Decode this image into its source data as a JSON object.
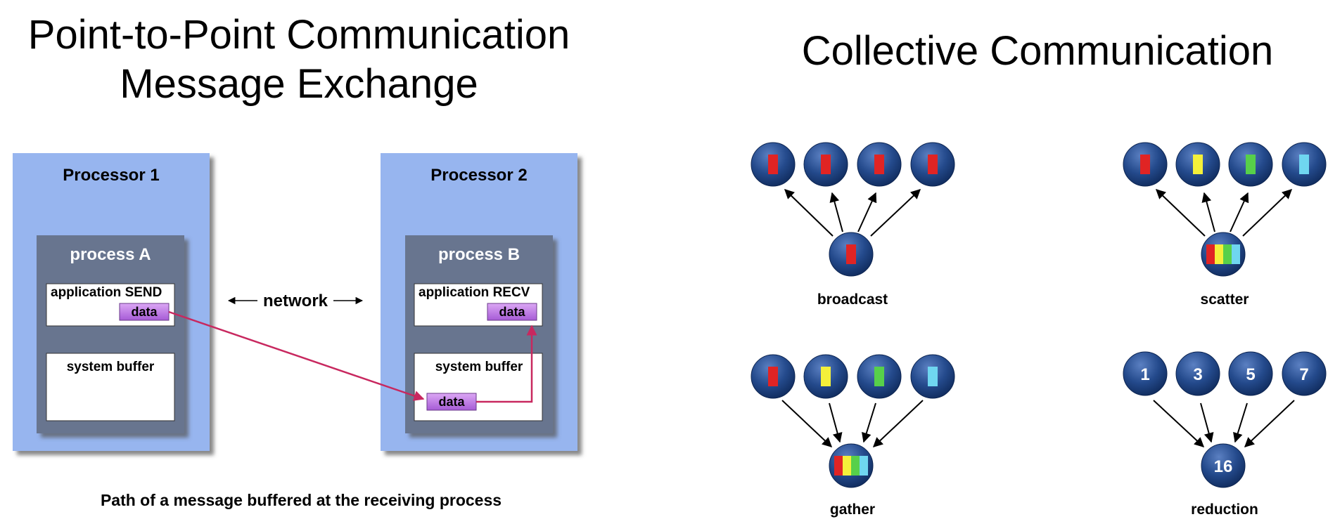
{
  "left": {
    "title_line1": "Point-to-Point Communication",
    "title_line2": "Message Exchange",
    "processor1": "Processor 1",
    "processor2": "Processor 2",
    "processA": "process A",
    "processB": "process B",
    "app_send": "application SEND",
    "app_recv": "application RECV",
    "system_buffer": "system buffer",
    "data": "data",
    "network": "network",
    "caption": "Path of a message buffered at the receiving process"
  },
  "right": {
    "title": "Collective Communication",
    "broadcast": "broadcast",
    "scatter": "scatter",
    "gather": "gather",
    "reduction": "reduction",
    "reduction_values": [
      "1",
      "3",
      "5",
      "7"
    ],
    "reduction_result": "16"
  },
  "colors": {
    "processor_blue": "#97b5ef",
    "process_gray": "#67758f",
    "data_purple": "#c27ee6",
    "arrow_crimson": "#c8285f",
    "node_blue": "#1e3f7c",
    "red": "#e02424",
    "yellow": "#f4f03a",
    "green": "#57d04a",
    "cyan": "#6fd6f0"
  }
}
